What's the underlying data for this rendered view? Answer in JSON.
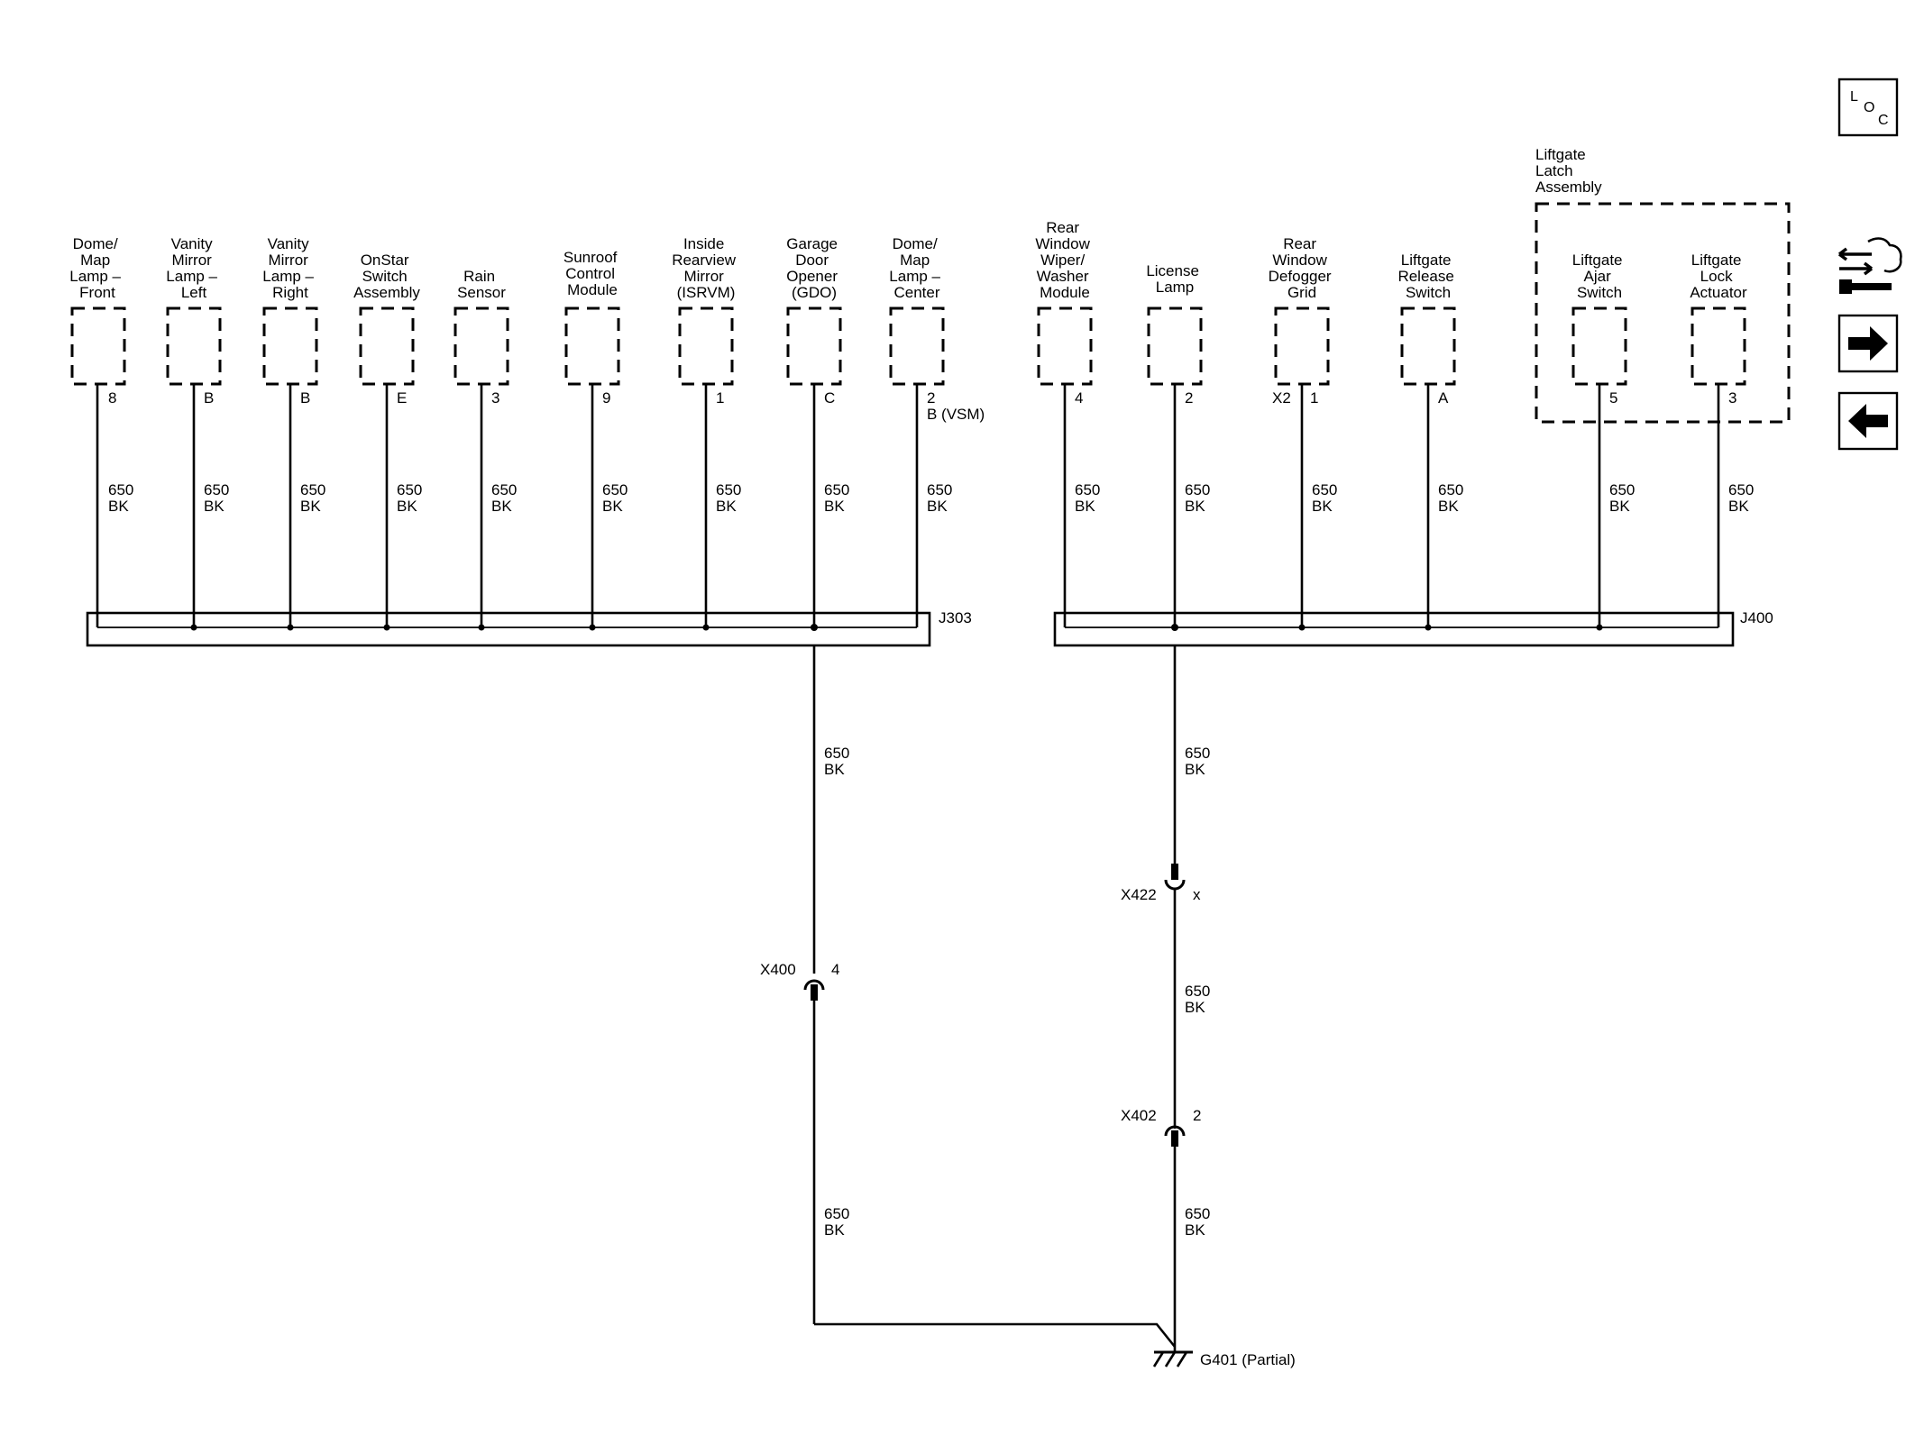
{
  "components": [
    {
      "id": "dome-map-lamp-front",
      "label": [
        "Dome/",
        "Map",
        "Lamp –",
        "Front"
      ],
      "pin": "8",
      "wire": [
        "650",
        "BK"
      ]
    },
    {
      "id": "vanity-mirror-lamp-left",
      "label": [
        "Vanity",
        "Mirror",
        "Lamp –",
        "Left"
      ],
      "pin": "B",
      "wire": [
        "650",
        "BK"
      ]
    },
    {
      "id": "vanity-mirror-lamp-right",
      "label": [
        "Vanity",
        "Mirror",
        "Lamp –",
        "Right"
      ],
      "pin": "B",
      "wire": [
        "650",
        "BK"
      ]
    },
    {
      "id": "onstar-switch-assembly",
      "label": [
        "OnStar",
        "Switch",
        "Assembly"
      ],
      "pin": "E",
      "wire": [
        "650",
        "BK"
      ]
    },
    {
      "id": "rain-sensor",
      "label": [
        "Rain",
        "Sensor"
      ],
      "pin": "3",
      "wire": [
        "650",
        "BK"
      ]
    },
    {
      "id": "sunroof-control-module",
      "label": [
        "Sunroof",
        "Control",
        "Module"
      ],
      "pin": "9",
      "wire": [
        "650",
        "BK"
      ]
    },
    {
      "id": "inside-rearview-mirror",
      "label": [
        "Inside",
        "Rearview",
        "Mirror",
        "(ISRVM)"
      ],
      "pin": "1",
      "wire": [
        "650",
        "BK"
      ]
    },
    {
      "id": "garage-door-opener",
      "label": [
        "Garage",
        "Door",
        "Opener",
        "(GDO)"
      ],
      "pin": "C",
      "wire": [
        "650",
        "BK"
      ]
    },
    {
      "id": "dome-map-lamp-center",
      "label": [
        "Dome/",
        "Map",
        "Lamp –",
        "Center"
      ],
      "pin": "2",
      "pin_note": "B (VSM)",
      "wire": [
        "650",
        "BK"
      ]
    },
    {
      "id": "rear-window-wiper-washer-module",
      "label": [
        "Rear",
        "Window",
        "Wiper/",
        "Washer",
        "Module"
      ],
      "pin": "4",
      "wire": [
        "650",
        "BK"
      ]
    },
    {
      "id": "license-lamp",
      "label": [
        "License",
        "Lamp"
      ],
      "pin": "2",
      "wire": [
        "650",
        "BK"
      ]
    },
    {
      "id": "rear-window-defogger-grid",
      "label": [
        "Rear",
        "Window",
        "Defogger",
        "Grid"
      ],
      "pin_left": "X2",
      "pin": "1",
      "wire": [
        "650",
        "BK"
      ]
    },
    {
      "id": "liftgate-release-switch",
      "label": [
        "Liftgate",
        "Release",
        "Switch"
      ],
      "pin": "A",
      "wire": [
        "650",
        "BK"
      ]
    },
    {
      "id": "liftgate-ajar-switch",
      "label": [
        "Liftgate",
        "Ajar",
        "Switch"
      ],
      "pin": "5",
      "wire": [
        "650",
        "BK"
      ]
    },
    {
      "id": "liftgate-lock-actuator",
      "label": [
        "Liftgate",
        "Lock",
        "Actuator"
      ],
      "pin": "3",
      "wire": [
        "650",
        "BK"
      ]
    }
  ],
  "assembly": {
    "label": [
      "Liftgate",
      "Latch",
      "Assembly"
    ]
  },
  "splices": [
    {
      "id": "j303",
      "label": "J303"
    },
    {
      "id": "j400",
      "label": "J400"
    }
  ],
  "left_path": {
    "wire_a": [
      "650",
      "BK"
    ],
    "connector": {
      "name": "X400",
      "pin": "4"
    },
    "wire_b": [
      "650",
      "BK"
    ]
  },
  "right_path": {
    "wire_a": [
      "650",
      "BK"
    ],
    "connector1": {
      "name": "X422",
      "pin": "x"
    },
    "wire_b": [
      "650",
      "BK"
    ],
    "connector2": {
      "name": "X402",
      "pin": "2"
    },
    "wire_c": [
      "650",
      "BK"
    ]
  },
  "ground": {
    "label": "G401 (Partial)"
  },
  "icons": {
    "loc": {
      "l": "L",
      "o": "O",
      "c": "C"
    },
    "tools": "connector-wrench-icon",
    "next": "arrow-right-icon",
    "prev": "arrow-left-icon"
  }
}
